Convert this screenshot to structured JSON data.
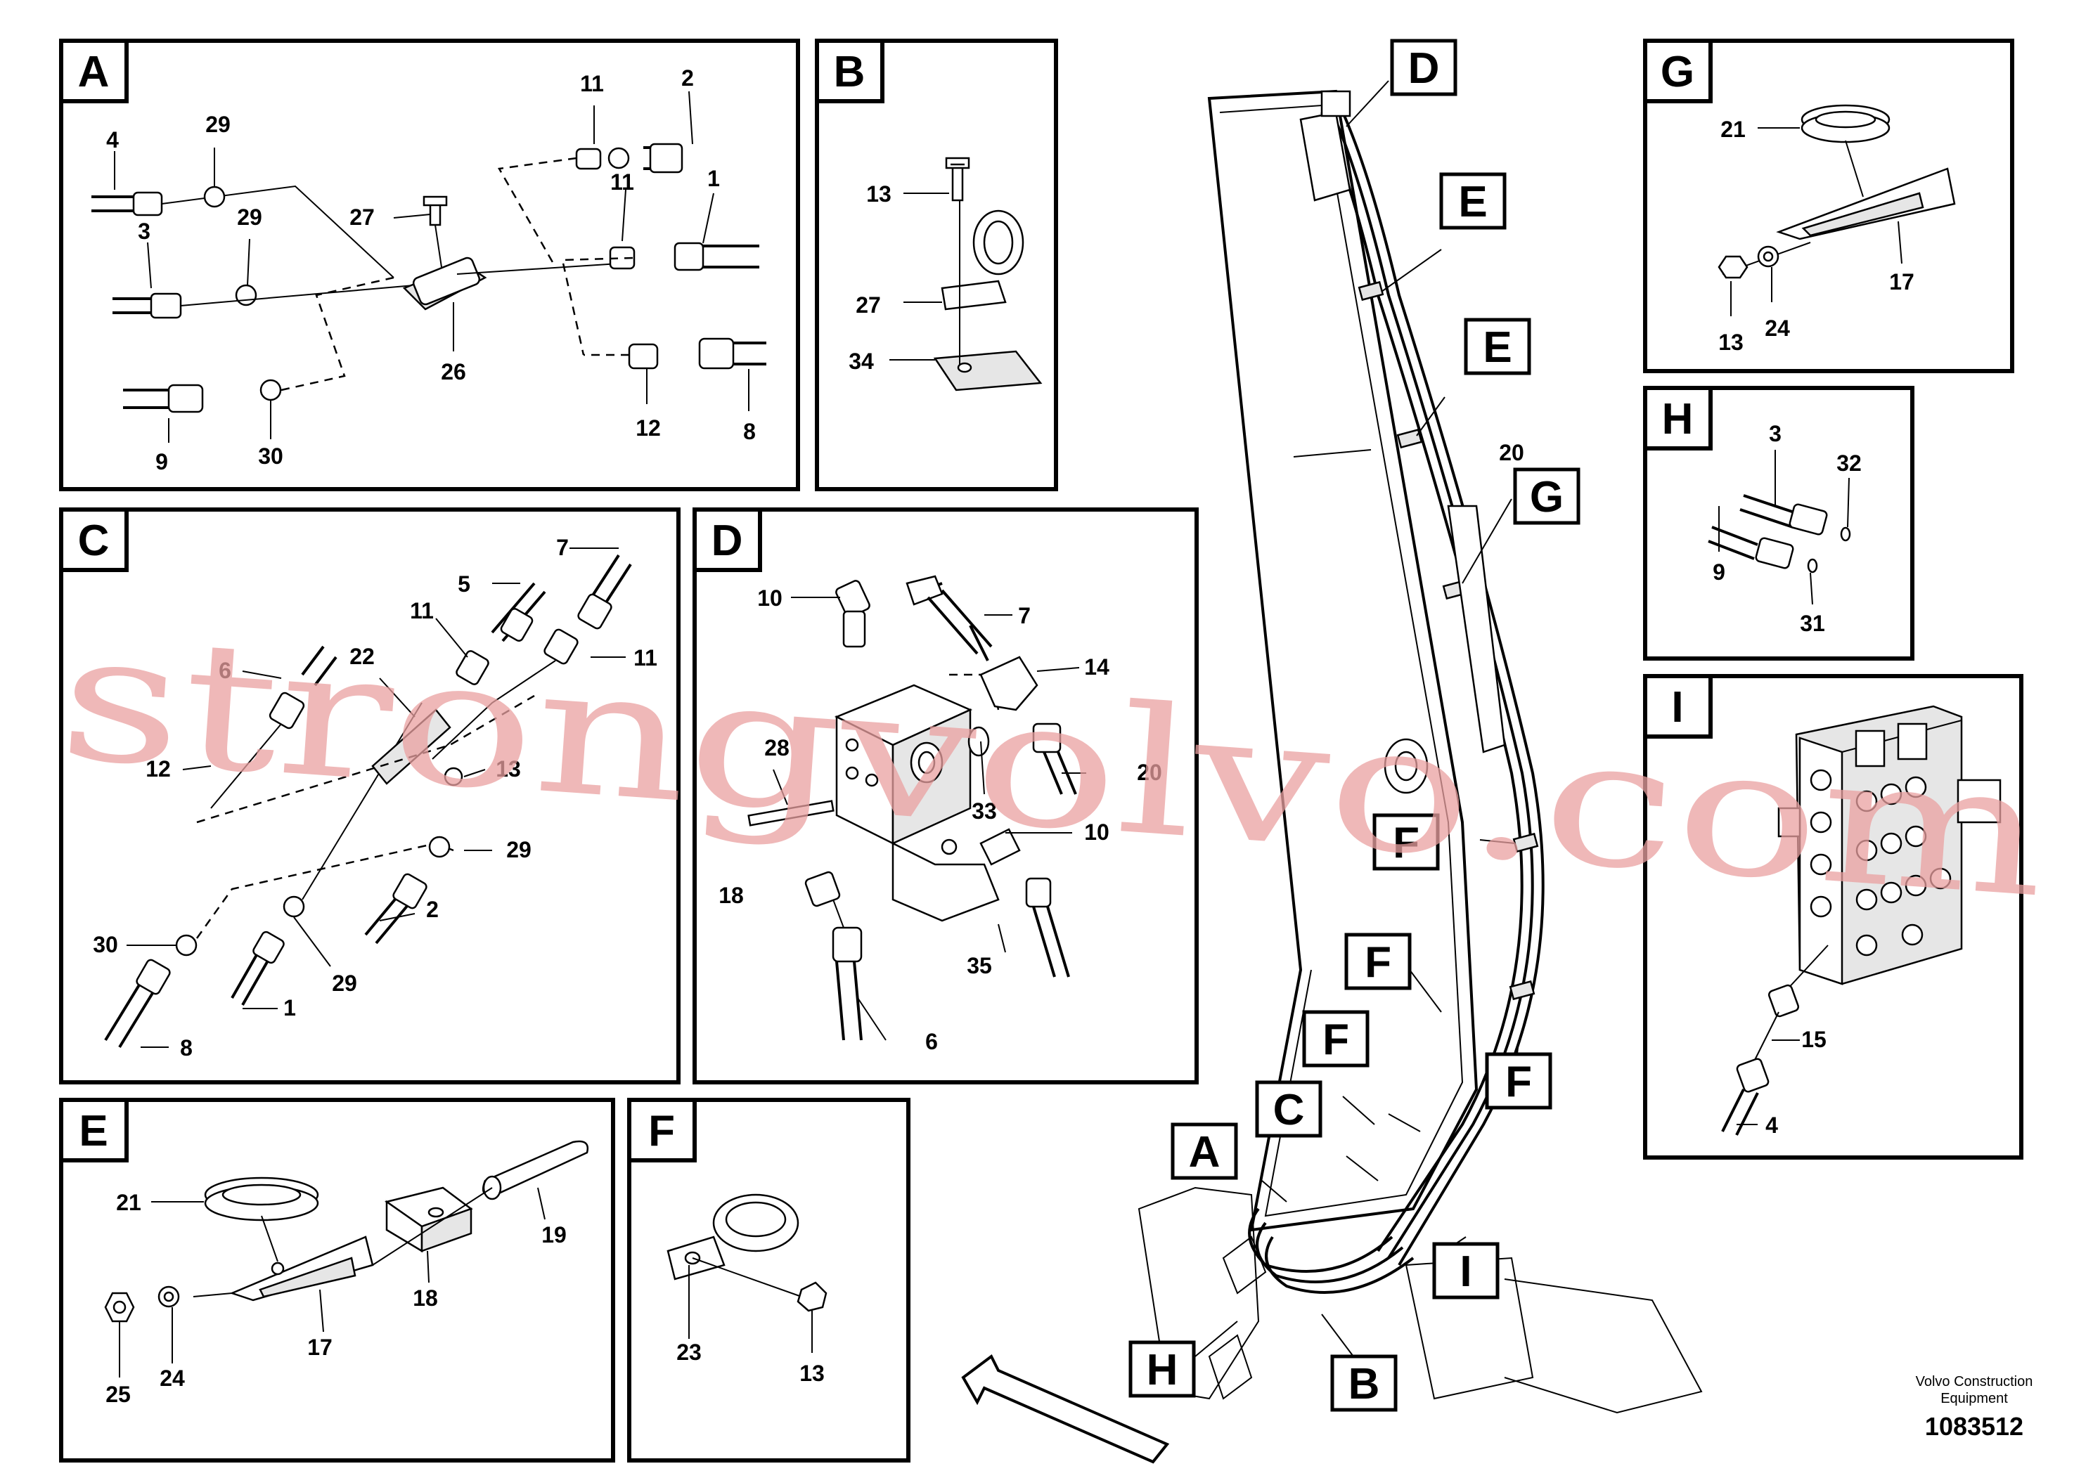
{
  "panels": {
    "A": {
      "label": "A",
      "callouts": [
        "4",
        "29",
        "3",
        "29",
        "9",
        "30",
        "27",
        "26",
        "11",
        "2",
        "11",
        "1",
        "12",
        "8"
      ]
    },
    "B": {
      "label": "B",
      "callouts": [
        "13",
        "27",
        "34"
      ]
    },
    "C": {
      "label": "C",
      "callouts": [
        "7",
        "5",
        "11",
        "11",
        "6",
        "22",
        "12",
        "13",
        "29",
        "2",
        "30",
        "29",
        "1",
        "8"
      ]
    },
    "D": {
      "label": "D",
      "callouts": [
        "10",
        "7",
        "14",
        "28",
        "33",
        "20",
        "10",
        "18",
        "35",
        "6"
      ]
    },
    "E": {
      "label": "E",
      "callouts": [
        "21",
        "19",
        "18",
        "17",
        "25",
        "24"
      ]
    },
    "F": {
      "label": "F",
      "callouts": [
        "23",
        "13"
      ]
    },
    "G": {
      "label": "G",
      "callouts": [
        "21",
        "17",
        "13",
        "24"
      ]
    },
    "H": {
      "label": "H",
      "callouts": [
        "3",
        "32",
        "9",
        "31"
      ]
    },
    "I": {
      "label": "I",
      "callouts": [
        "15",
        "4"
      ]
    }
  },
  "overview": {
    "callouts": [
      "D",
      "E",
      "E",
      "20",
      "G",
      "F",
      "F",
      "F",
      "F",
      "A",
      "C",
      "I",
      "H",
      "B"
    ]
  },
  "footer": {
    "manufacturer": "Volvo Construction",
    "manufacturer_line2": "Equipment",
    "diagram_number": "1083512"
  },
  "watermark": "strongvolvo.com"
}
